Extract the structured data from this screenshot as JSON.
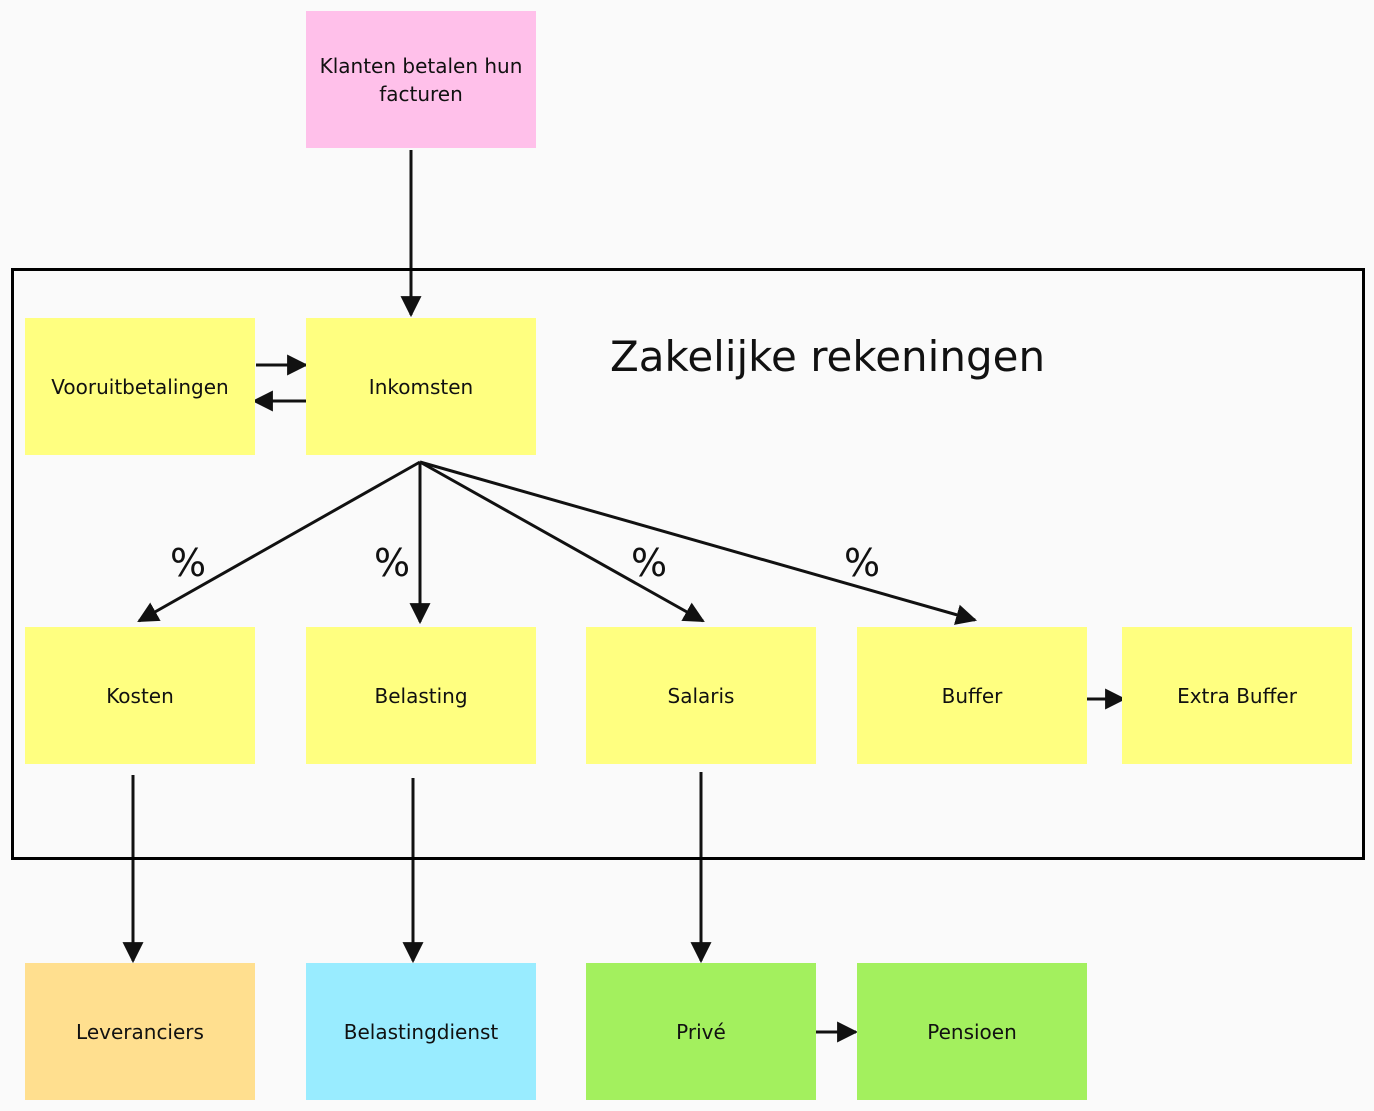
{
  "frame": {
    "title": "Zakelijke rekeningen"
  },
  "colors": {
    "pink": "#ffc0ea",
    "yellow": "#ffff80",
    "orange": "#ffdf8f",
    "blue": "#99ecff",
    "green": "#a3f05e",
    "line": "#111111"
  },
  "nodes": {
    "klanten": {
      "label": "Klanten betalen hun facturen"
    },
    "vooruitbetalingen": {
      "label": "Vooruitbetalingen"
    },
    "inkomsten": {
      "label": "Inkomsten"
    },
    "kosten": {
      "label": "Kosten"
    },
    "belasting": {
      "label": "Belasting"
    },
    "salaris": {
      "label": "Salaris"
    },
    "buffer": {
      "label": "Buffer"
    },
    "extra_buffer": {
      "label": "Extra Buffer"
    },
    "leveranciers": {
      "label": "Leveranciers"
    },
    "belastingdienst": {
      "label": "Belastingdienst"
    },
    "prive": {
      "label": "Privé"
    },
    "pensioen": {
      "label": "Pensioen"
    }
  },
  "edge_labels": {
    "kosten": "%",
    "belasting": "%",
    "salaris": "%",
    "buffer": "%"
  }
}
